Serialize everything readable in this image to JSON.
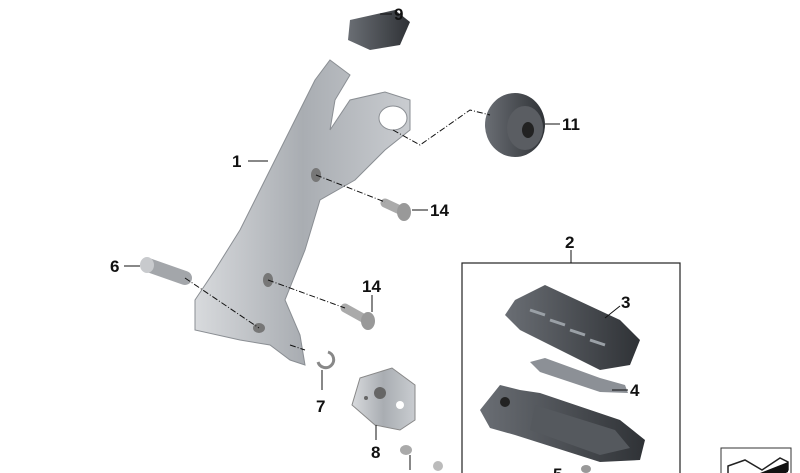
{
  "diagram": {
    "callouts": {
      "c1": "1",
      "c2": "2",
      "c3": "3",
      "c4": "4",
      "c5": "5",
      "c6": "6",
      "c7": "7",
      "c8": "8",
      "c9": "9",
      "c11": "11",
      "c14a": "14",
      "c14b": "14"
    },
    "colors": {
      "part_light": "#b9bcc0",
      "part_dark": "#4a4d52",
      "line": "#111111"
    }
  }
}
